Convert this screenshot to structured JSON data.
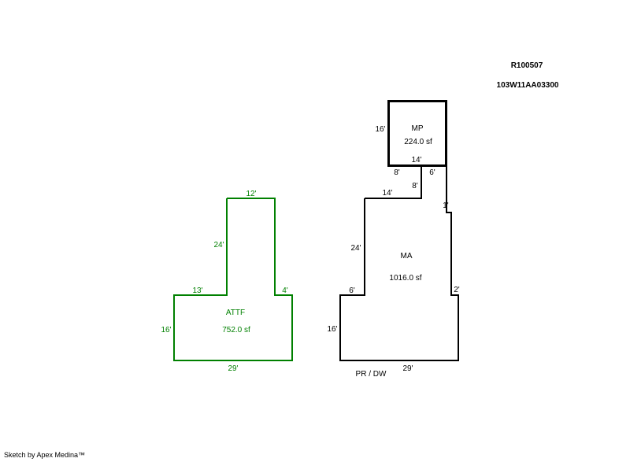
{
  "header": {
    "parcel_id": "R100507",
    "map_tax_lot": "103W11AA03300"
  },
  "colors": {
    "main_line": "#000000",
    "garage_line": "#008000",
    "garage_text": "#008000"
  },
  "garage": {
    "code": "ATTF",
    "area": "752.0 sf",
    "dims": {
      "top": "12'",
      "left_upper": "24'",
      "step_left": "13'",
      "step_right": "4'",
      "left_lower": "16'",
      "bottom": "29'"
    }
  },
  "house": {
    "code": "MA",
    "area": "1016.0 sf",
    "dims": {
      "top_left_step": "14'",
      "left_upper": "24'",
      "step_left": "6'",
      "left_lower": "16'",
      "bottom": "29'",
      "right_step": "2'",
      "right_small": "1'",
      "notch_left": "8'",
      "notch_vertical": "8'",
      "notch_right": "6'"
    },
    "bottom_note": "PR / DW"
  },
  "porch": {
    "code": "MP",
    "area": "224.0 sf",
    "dims": {
      "left": "16'",
      "bottom": "14'"
    }
  },
  "footer": {
    "credit": "Sketch by Apex Medina™"
  }
}
